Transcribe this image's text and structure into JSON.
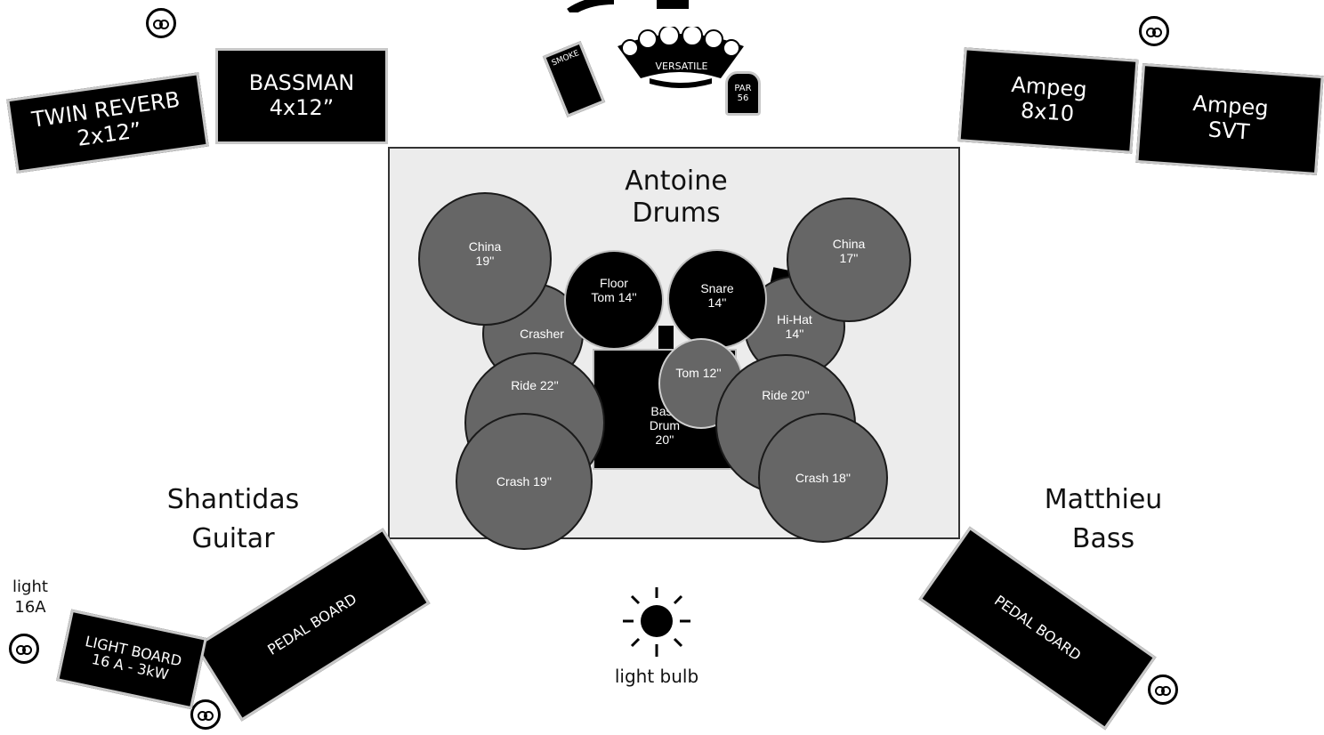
{
  "amps": {
    "twin_reverb": "TWIN REVERB\n2x12”",
    "bassman": "BASSMAN\n4x12”",
    "ampeg_810": "Ampeg\n8x10",
    "ampeg_svt": "Ampeg\nSVT"
  },
  "center_gear": {
    "smoke": "SMOKE",
    "versatile": "VERSATILE",
    "par": "PAR\n56"
  },
  "drums": {
    "title": "Antoine\nDrums",
    "china_19": "China\n19''",
    "china_17": "China\n17''",
    "floor_tom": "Floor\nTom 14''",
    "snare": "Snare\n14''",
    "crasher": "Crasher",
    "hihat": "Hi-Hat\n14''",
    "tom_12": "Tom 12''",
    "ride_22": "Ride 22''",
    "ride_20": "Ride 20''",
    "bass_drum": "Bass\nDrum\n20''",
    "crash_19": "Crash 19''",
    "crash_18": "Crash 18''"
  },
  "musicians": {
    "guitar": "Shantidas\nGuitar",
    "bass": "Matthieu\nBass"
  },
  "boards": {
    "pedal_left": "PEDAL BOARD",
    "pedal_right": "PEDAL BOARD",
    "light_board": "LIGHT BOARD\n16 A - 3kW"
  },
  "light_label": "light\n16A",
  "light_bulb": "light bulb",
  "icons": [
    "power-outlet-icon",
    "light-bulb-icon",
    "crowd-lights-icon"
  ]
}
